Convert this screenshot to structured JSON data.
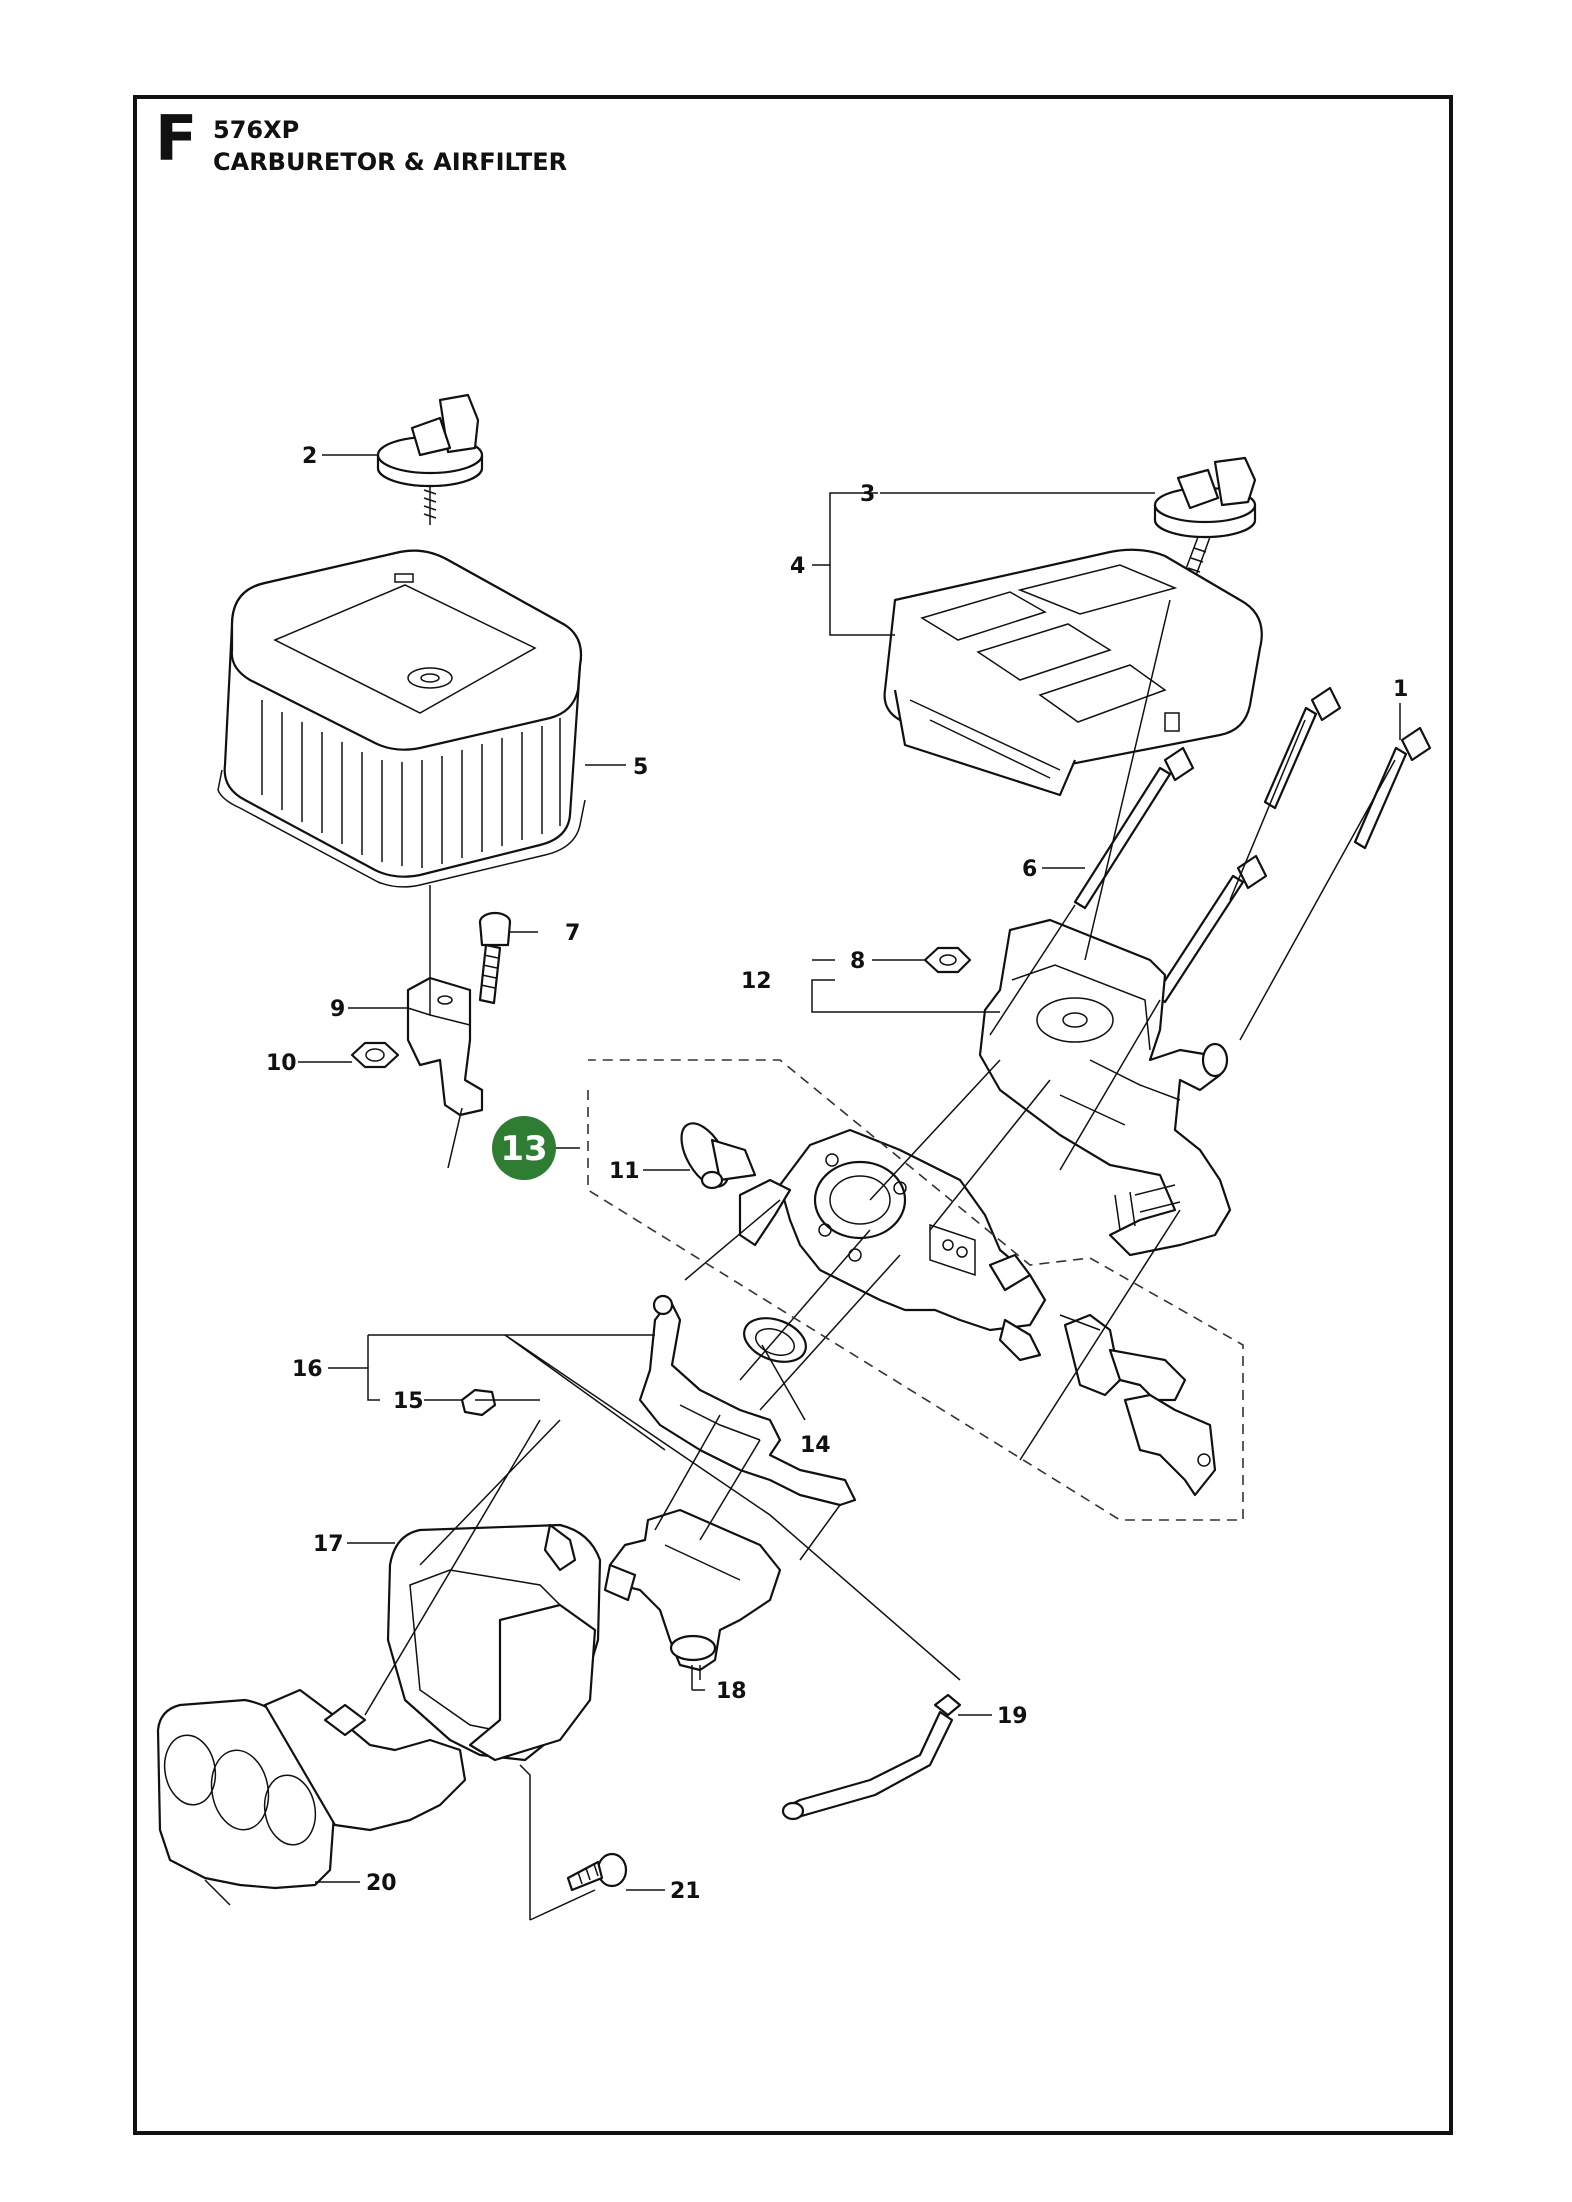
{
  "header": {
    "section_letter": "F",
    "model": "576XP",
    "title": "CARBURETOR & AIRFILTER"
  },
  "callouts": {
    "c1": "1",
    "c2": "2",
    "c3": "3",
    "c4": "4",
    "c5": "5",
    "c6": "6",
    "c7": "7",
    "c8": "8",
    "c9": "9",
    "c10": "10",
    "c11": "11",
    "c12": "12",
    "c13": "13",
    "c14": "14",
    "c15": "15",
    "c16": "16",
    "c17": "17",
    "c18": "18",
    "c19": "19",
    "c20": "20",
    "c21": "21"
  },
  "colors": {
    "highlight": "#2e7d32",
    "line": "#111111"
  }
}
